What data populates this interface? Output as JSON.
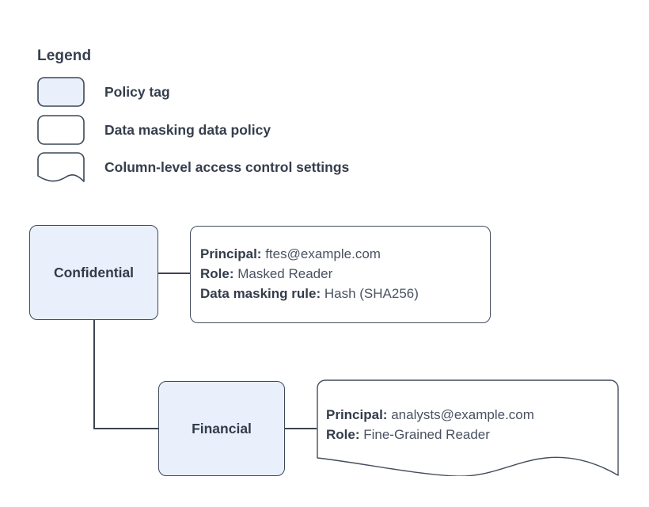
{
  "legend": {
    "title": "Legend",
    "items": [
      {
        "label": "Policy tag",
        "swatch": "rounded-filled-rect-icon"
      },
      {
        "label": "Data masking data policy",
        "swatch": "rounded-rect-icon"
      },
      {
        "label": "Column-level access control settings",
        "swatch": "wavy-bottom-rect-icon"
      }
    ]
  },
  "nodes": [
    {
      "id": "confidential",
      "label": "Confidential",
      "type": "policy-tag"
    },
    {
      "id": "financial",
      "label": "Financial",
      "type": "policy-tag"
    }
  ],
  "cards": [
    {
      "id": "masking",
      "type": "data-masking-data-policy",
      "lines": [
        {
          "label": "Principal:",
          "value": "ftes@example.com"
        },
        {
          "label": "Role:",
          "value": "Masked Reader"
        },
        {
          "label": "Data masking rule:",
          "value": "Hash (SHA256)"
        }
      ]
    },
    {
      "id": "colaccess",
      "type": "column-level-access-control-settings",
      "lines": [
        {
          "label": "Principal:",
          "value": "analysts@example.com"
        },
        {
          "label": "Role:",
          "value": "Fine-Grained Reader"
        }
      ]
    }
  ],
  "colors": {
    "tag_fill": "#e9f0fb",
    "stroke": "#3c4858",
    "text_bold": "#343c4b",
    "text_value": "#4a5261",
    "background": "#ffffff"
  }
}
